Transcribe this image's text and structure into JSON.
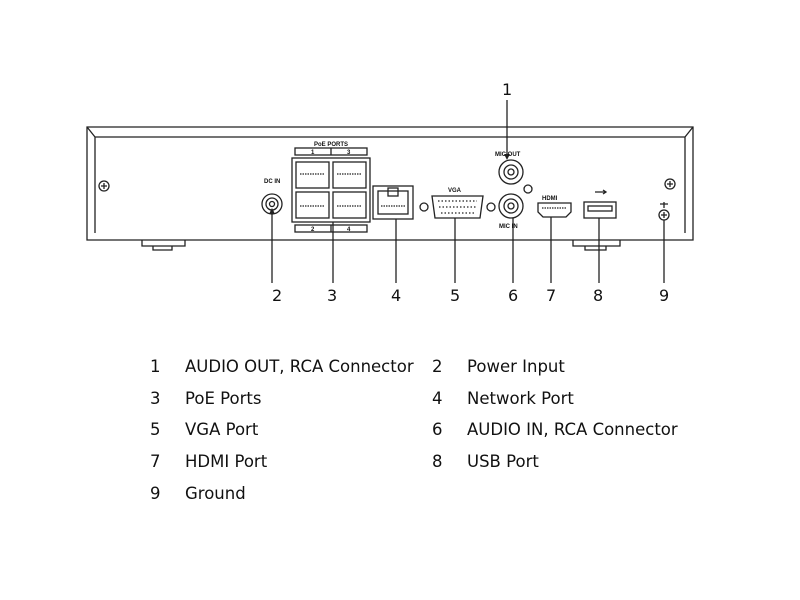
{
  "device_labels": {
    "poe_ports": "PoE PORTS",
    "poe_1": "1",
    "poe_3": "3",
    "poe_2": "2",
    "poe_4": "4",
    "dc_in": "DC IN",
    "vga": "VGA",
    "mic_out": "MIC OUT",
    "mic_in": "MIC IN",
    "hdmi": "HDMI"
  },
  "callouts": [
    "1",
    "2",
    "3",
    "4",
    "5",
    "6",
    "7",
    "8",
    "9"
  ],
  "legend": [
    {
      "num": "1",
      "text": "AUDIO OUT, RCA Connector"
    },
    {
      "num": "2",
      "text": "Power Input"
    },
    {
      "num": "3",
      "text": "PoE Ports"
    },
    {
      "num": "4",
      "text": "Network Port"
    },
    {
      "num": "5",
      "text": "VGA Port"
    },
    {
      "num": "6",
      "text": "AUDIO IN, RCA Connector"
    },
    {
      "num": "7",
      "text": "HDMI Port"
    },
    {
      "num": "8",
      "text": "USB Port"
    },
    {
      "num": "9",
      "text": "Ground"
    }
  ]
}
